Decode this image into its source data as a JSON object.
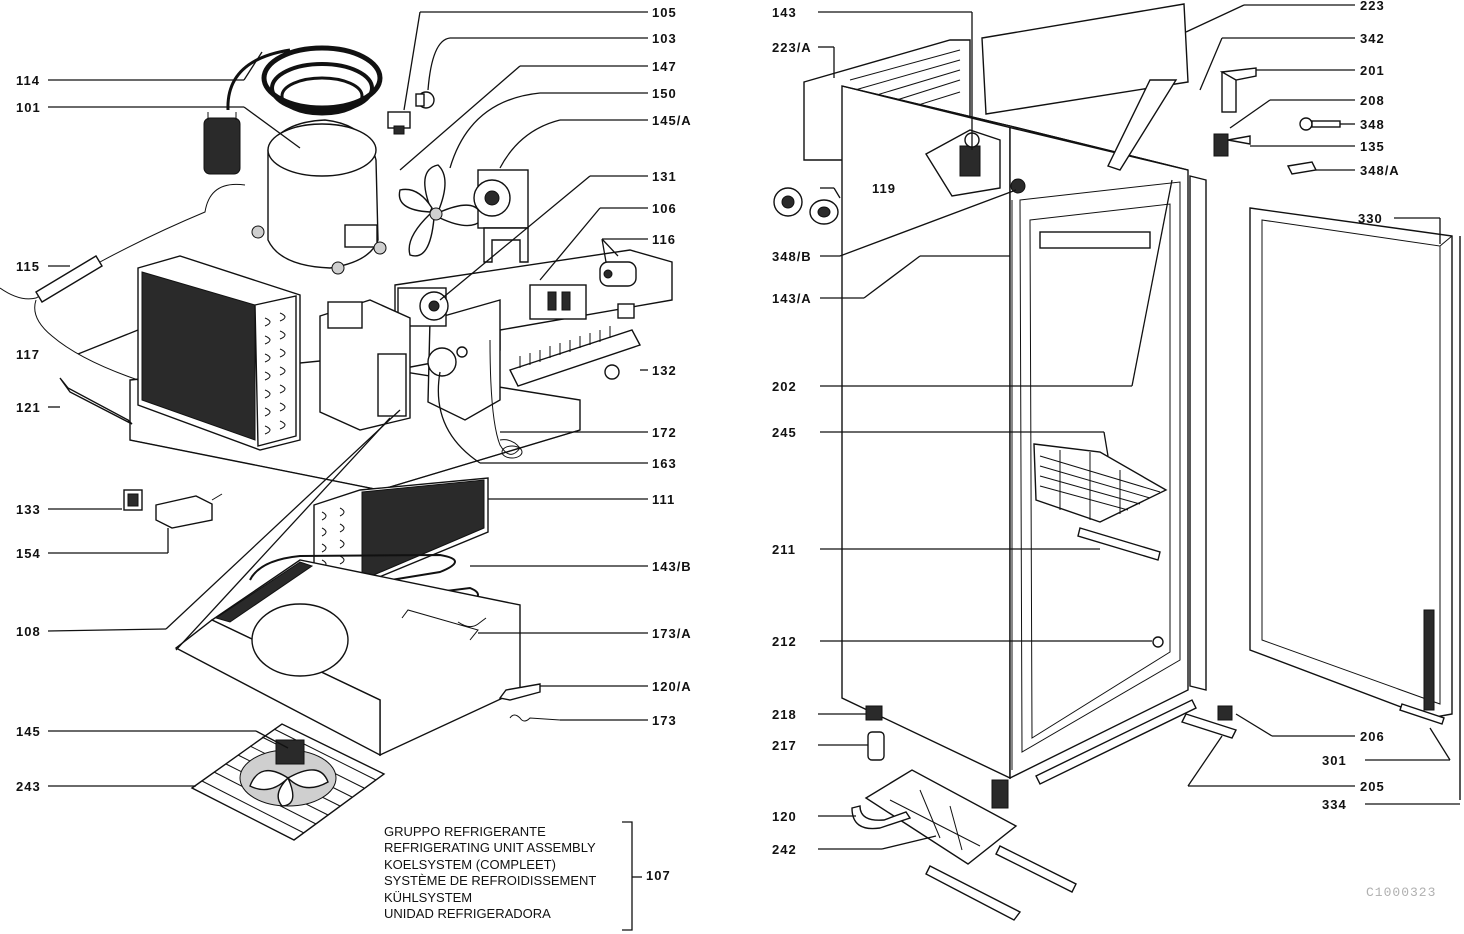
{
  "callouts": [
    {
      "id": "105"
    },
    {
      "id": "103"
    },
    {
      "id": "147"
    },
    {
      "id": "150"
    },
    {
      "id": "145/A"
    },
    {
      "id": "131"
    },
    {
      "id": "106"
    },
    {
      "id": "116"
    },
    {
      "id": "132"
    },
    {
      "id": "172"
    },
    {
      "id": "163"
    },
    {
      "id": "111"
    },
    {
      "id": "143/B"
    },
    {
      "id": "173/A"
    },
    {
      "id": "120/A"
    },
    {
      "id": "173"
    },
    {
      "id": "114"
    },
    {
      "id": "101"
    },
    {
      "id": "115"
    },
    {
      "id": "117"
    },
    {
      "id": "121"
    },
    {
      "id": "133"
    },
    {
      "id": "154"
    },
    {
      "id": "108"
    },
    {
      "id": "145"
    },
    {
      "id": "243"
    },
    {
      "id": "143"
    },
    {
      "id": "223/A"
    },
    {
      "id": "119"
    },
    {
      "id": "348/B"
    },
    {
      "id": "143/A"
    },
    {
      "id": "202"
    },
    {
      "id": "245"
    },
    {
      "id": "211"
    },
    {
      "id": "212"
    },
    {
      "id": "218"
    },
    {
      "id": "217"
    },
    {
      "id": "120"
    },
    {
      "id": "242"
    },
    {
      "id": "223"
    },
    {
      "id": "342"
    },
    {
      "id": "201"
    },
    {
      "id": "208"
    },
    {
      "id": "348"
    },
    {
      "id": "135"
    },
    {
      "id": "348/A"
    },
    {
      "id": "330"
    },
    {
      "id": "206"
    },
    {
      "id": "301"
    },
    {
      "id": "205"
    },
    {
      "id": "334"
    }
  ],
  "assembly": {
    "lines": [
      "GRUPPO REFRIGERANTE",
      "REFRIGERATING UNIT ASSEMBLY",
      "KOELSYSTEM (COMPLEET)",
      "SYSTÈME DE REFROIDISSEMENT",
      "KÜHLSYSTEM",
      "UNIDAD REFRIGERADORA"
    ],
    "code": "107"
  },
  "document_code": "C1000323"
}
